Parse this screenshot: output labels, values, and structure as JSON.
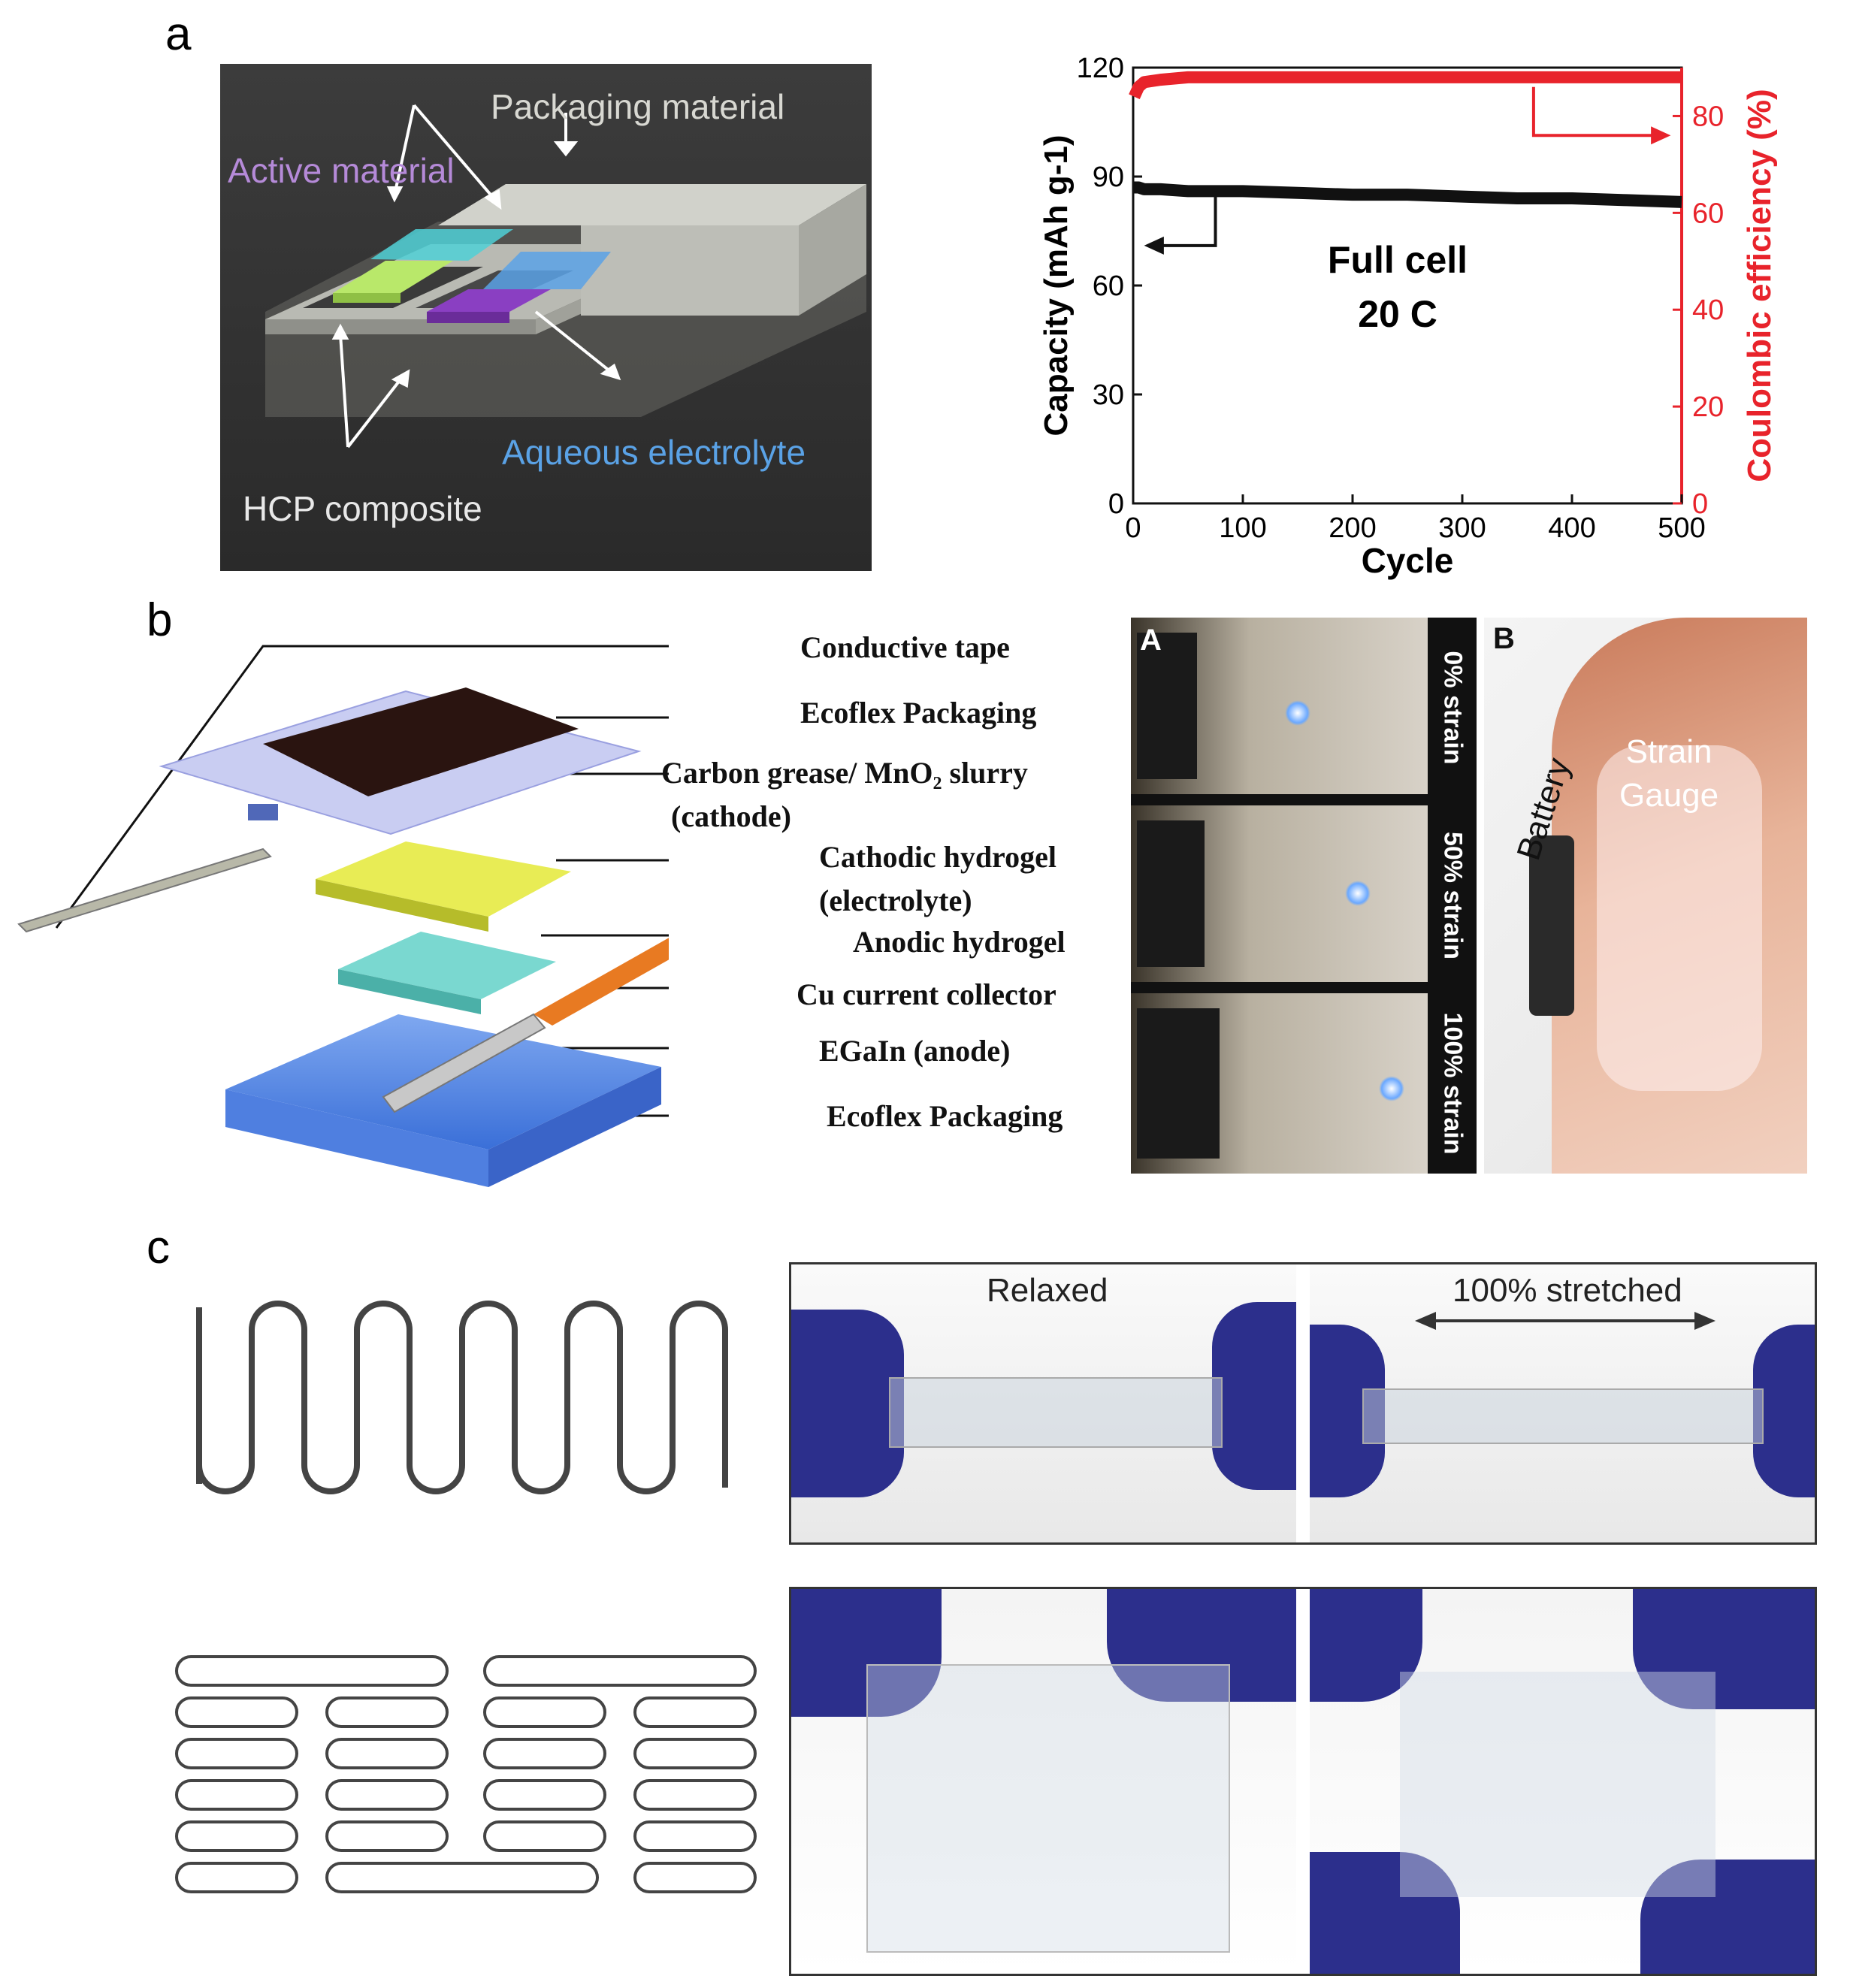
{
  "figure": {
    "panel_a_label": "a",
    "panel_b_label": "b",
    "panel_c_label": "c"
  },
  "panel_a": {
    "schematic_labels": {
      "packaging": "Packaging material",
      "active": "Active material",
      "electrolyte": "Aqueous electrolyte",
      "hcp": "HCP composite"
    },
    "chart_annotation": [
      "Full cell",
      "20 C"
    ],
    "colors": {
      "capacity": "#111111",
      "efficiency": "#e8232b"
    }
  },
  "chart_data": {
    "type": "line",
    "title": "",
    "xlabel": "Cycle",
    "ylabel": "Capacity (mAh g-1)",
    "y2label": "Coulombic efficiency (%)",
    "xlim": [
      0,
      500
    ],
    "ylim": [
      0,
      120
    ],
    "y2lim": [
      0,
      90
    ],
    "xticks": [
      0,
      100,
      200,
      300,
      400,
      500
    ],
    "yticks": [
      0,
      30,
      60,
      90,
      120
    ],
    "y2ticks": [
      0,
      20,
      40,
      60,
      80
    ],
    "series": [
      {
        "axis": "left",
        "color": "#111111",
        "x": [
          1,
          5,
          10,
          25,
          50,
          100,
          150,
          200,
          250,
          300,
          350,
          400,
          450,
          500
        ],
        "y": [
          87,
          87,
          86.5,
          86.5,
          86,
          86,
          85.5,
          85,
          85,
          84.5,
          84,
          84,
          83.5,
          83
        ]
      },
      {
        "axis": "right",
        "color": "#e8232b",
        "x": [
          1,
          5,
          10,
          25,
          50,
          100,
          150,
          200,
          250,
          300,
          350,
          400,
          450,
          500
        ],
        "y": [
          84,
          86,
          87,
          87.5,
          88,
          88,
          88,
          88,
          88,
          88,
          88,
          88,
          88,
          88
        ]
      }
    ]
  },
  "panel_b": {
    "labels": {
      "conductive_tape": "Conductive tape",
      "ecoflex_top": "Ecoflex Packaging",
      "cathode_1": "Carbon grease/ MnO₂ slurry",
      "cathode_2": "(cathode)",
      "cathodic_1": "Cathodic hydrogel",
      "cathodic_2": "(electrolyte)",
      "anodic": "Anodic hydrogel",
      "cu": "Cu current collector",
      "egain": "EGaIn (anode)",
      "ecoflex_bottom": "Ecoflex Packaging"
    },
    "photo_A_label": "A",
    "strains": [
      "0% strain",
      "50% strain",
      "100% strain"
    ],
    "photo_B": {
      "label": "B",
      "battery": "Battery",
      "gauge_1": "Strain",
      "gauge_2": "Gauge"
    }
  },
  "panel_c": {
    "relaxed": "Relaxed",
    "stretched": "100% stretched"
  }
}
